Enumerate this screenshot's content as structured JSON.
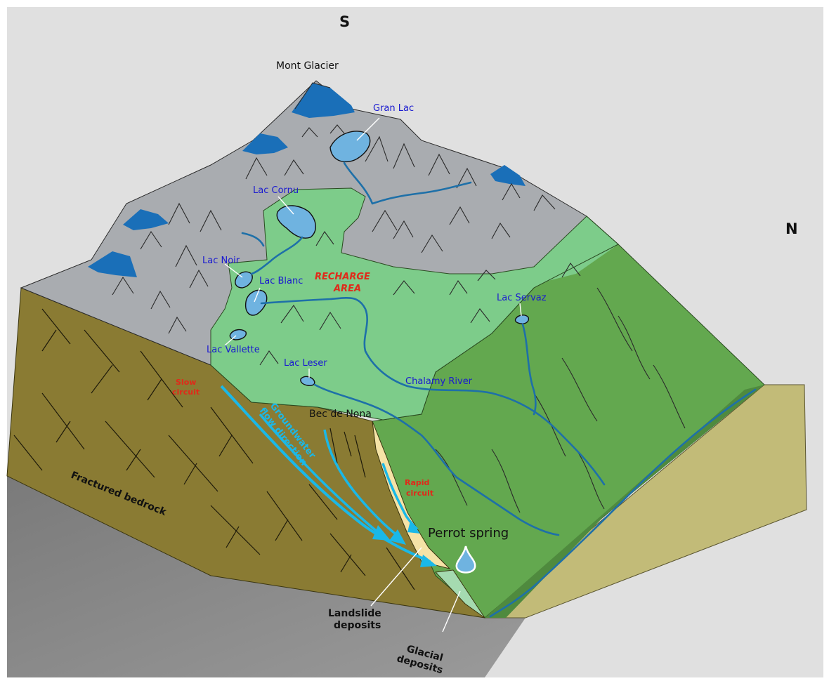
{
  "compass": {
    "south": "S",
    "north": "N"
  },
  "peaks": {
    "mont_glacier": "Mont Glacier",
    "bec_de_nona": "Bec de Nona"
  },
  "lakes": {
    "gran_lac": "Gran Lac",
    "lac_cornu": "Lac Cornu",
    "lac_noir": "Lac Noir",
    "lac_blanc": "Lac Blanc",
    "lac_vallette": "Lac Vallette",
    "lac_leser": "Lac Leser",
    "lac_servaz": "Lac Servaz"
  },
  "recharge_area": [
    "RECHARGE",
    "AREA"
  ],
  "river": "Chalamy River",
  "slow_circuit": [
    "Slow",
    "circuit"
  ],
  "rapid_circuit": [
    "Rapid",
    "circuit"
  ],
  "groundwater_flow": [
    "Groundwater",
    "flow direction"
  ],
  "perrot_spring": "Perrot spring",
  "fractured_bedrock": "Fractured bedrock",
  "landslide_deposits": [
    "Landslide",
    "deposits"
  ],
  "glacial_deposits": [
    "Glacial",
    "deposits"
  ],
  "colors": {
    "background": "#e0e0e0",
    "rock_gray": "#a9acb0",
    "recharge_green": "#7dcc8a",
    "forest_green": "#63a84f",
    "bedrock_olive": "#8a7b33",
    "side_tan": "#c2bb78",
    "glacier_blue": "#1a6fb8",
    "lake_blue": "#6fb3e0",
    "river_blue": "#1e70a8",
    "flow_cyan": "#1ab8e8",
    "label_blue": "#1a1ad0",
    "label_red": "#e02a1a"
  }
}
